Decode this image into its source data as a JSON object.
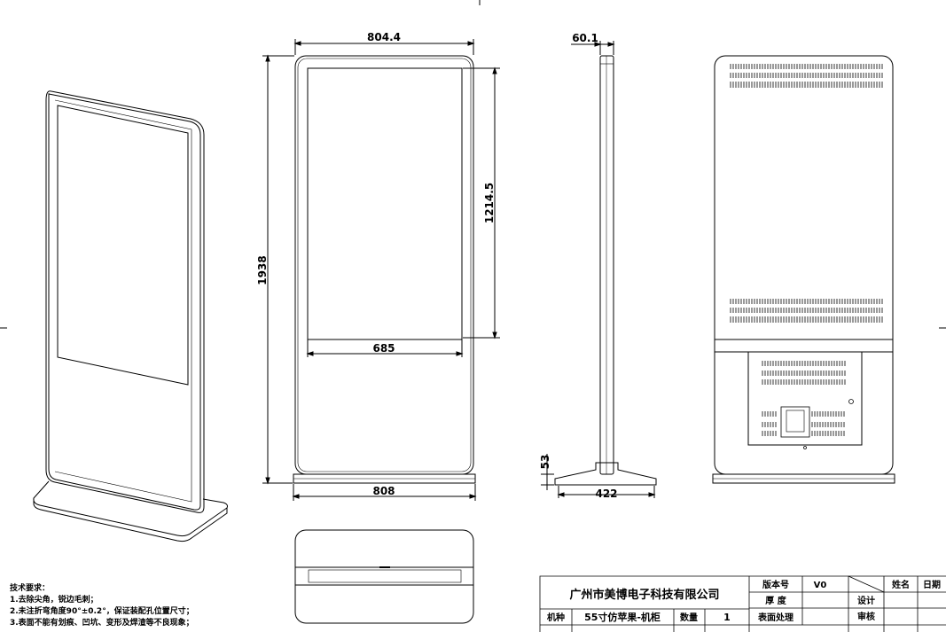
{
  "front_view": {
    "width_dim": "804.4",
    "height_dim": "1938",
    "screen_height_dim": "1214.5",
    "screen_width_dim": "685",
    "base_width_dim": "808"
  },
  "side_view": {
    "depth_dim": "60.1",
    "base_height_dim": "53",
    "base_depth_dim": "422"
  },
  "tech_notes": {
    "title": "技术要求：",
    "items": [
      "1.去除尖角，锐边毛刺；",
      "2.未注折弯角度90°±0.2°，保证装配孔位置尺寸；",
      "3.表面不能有划痕、凹坑、变形及焊渣等不良现象；"
    ]
  },
  "title_block": {
    "company": "广州市美博电子科技有限公司",
    "version_label": "版本号",
    "version_value": "V0",
    "thickness_label": "厚 度",
    "name_label": "姓名",
    "date_label": "日期",
    "design_label": "设计",
    "review_label": "审核",
    "model_label": "机种",
    "model_value": "55寸仿苹果-机柜",
    "qty_label": "数量",
    "qty_value": "1",
    "surface_label": "表面处理"
  }
}
